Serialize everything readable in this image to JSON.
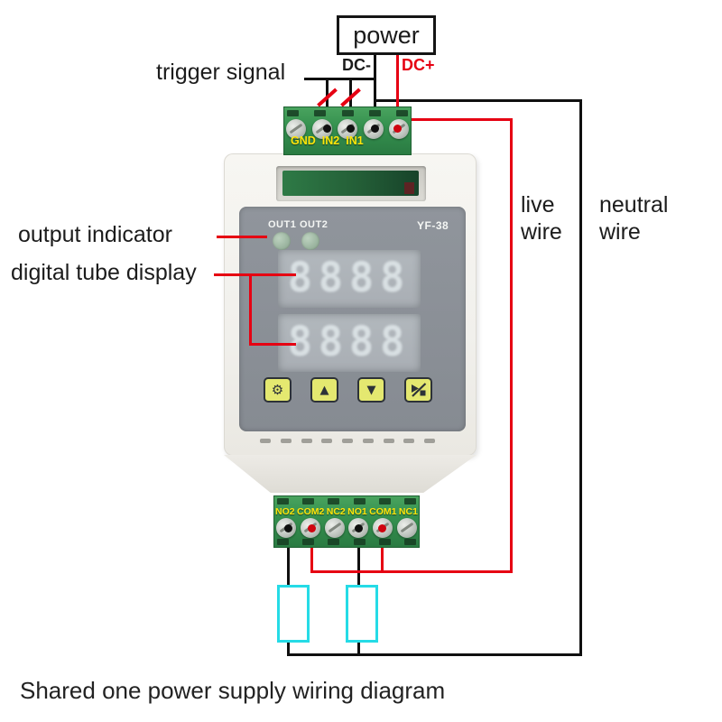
{
  "diagram": {
    "power_label": "power",
    "trigger_label": "trigger signal",
    "dc_minus_label": "DC-",
    "dc_plus_label": "DC+",
    "live_wire_label": "live wire",
    "neutral_wire_label": "neutral wire",
    "output_indicator_label": "output indicator",
    "digital_tube_label": "digital tube display",
    "caption": "Shared one power supply wiring diagram"
  },
  "device": {
    "model": "YF-38",
    "out1_label": "OUT1",
    "out2_label": "OUT2",
    "display_row1": "8888",
    "display_row2": "8888",
    "buttons": {
      "set": "⚙",
      "up": "▲",
      "down": "▼",
      "run_stop": "play-slash-stop"
    }
  },
  "terminals": {
    "top": [
      "GND",
      "IN2",
      "IN1"
    ],
    "bottom": [
      "NO2",
      "COM2",
      "NC2",
      "NO1",
      "COM1",
      "NC1"
    ]
  },
  "colors": {
    "wire_live": "#e60012",
    "wire_neutral": "#101010",
    "load_outline": "#25dbe6",
    "terminal_label": "#ffe60a"
  }
}
